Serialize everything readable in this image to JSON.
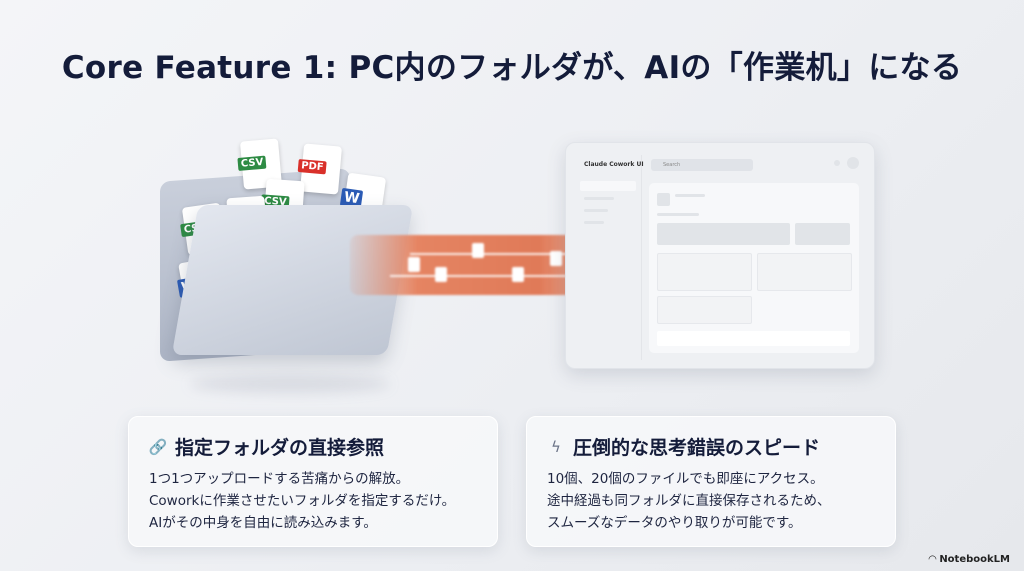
{
  "title": "Core Feature 1: PC内のフォルダが、AIの「作業机」になる",
  "folder_files": {
    "csv": "CSV",
    "pdf": "PDF",
    "word": "W"
  },
  "mock_ui": {
    "app_name": "Claude Cowork UI",
    "search_placeholder": "Search"
  },
  "cards": [
    {
      "icon": "folder-link-icon",
      "heading": "指定フォルダの直接参照",
      "lines": [
        "1つ1つアップロードする苦痛からの解放。",
        "Coworkに作業させたいフォルダを指定するだけ。",
        "AIがその中身を自由に読み込みます。"
      ]
    },
    {
      "icon": "lightning-icon",
      "heading": "圧倒的な思考錯誤のスピード",
      "lines": [
        "10個、20個のファイルでも即座にアクセス。",
        "途中経過も同フォルダに直接保存されるため、",
        "スムーズなデータのやり取りが可能です。"
      ]
    }
  ],
  "brand": "NotebookLM"
}
